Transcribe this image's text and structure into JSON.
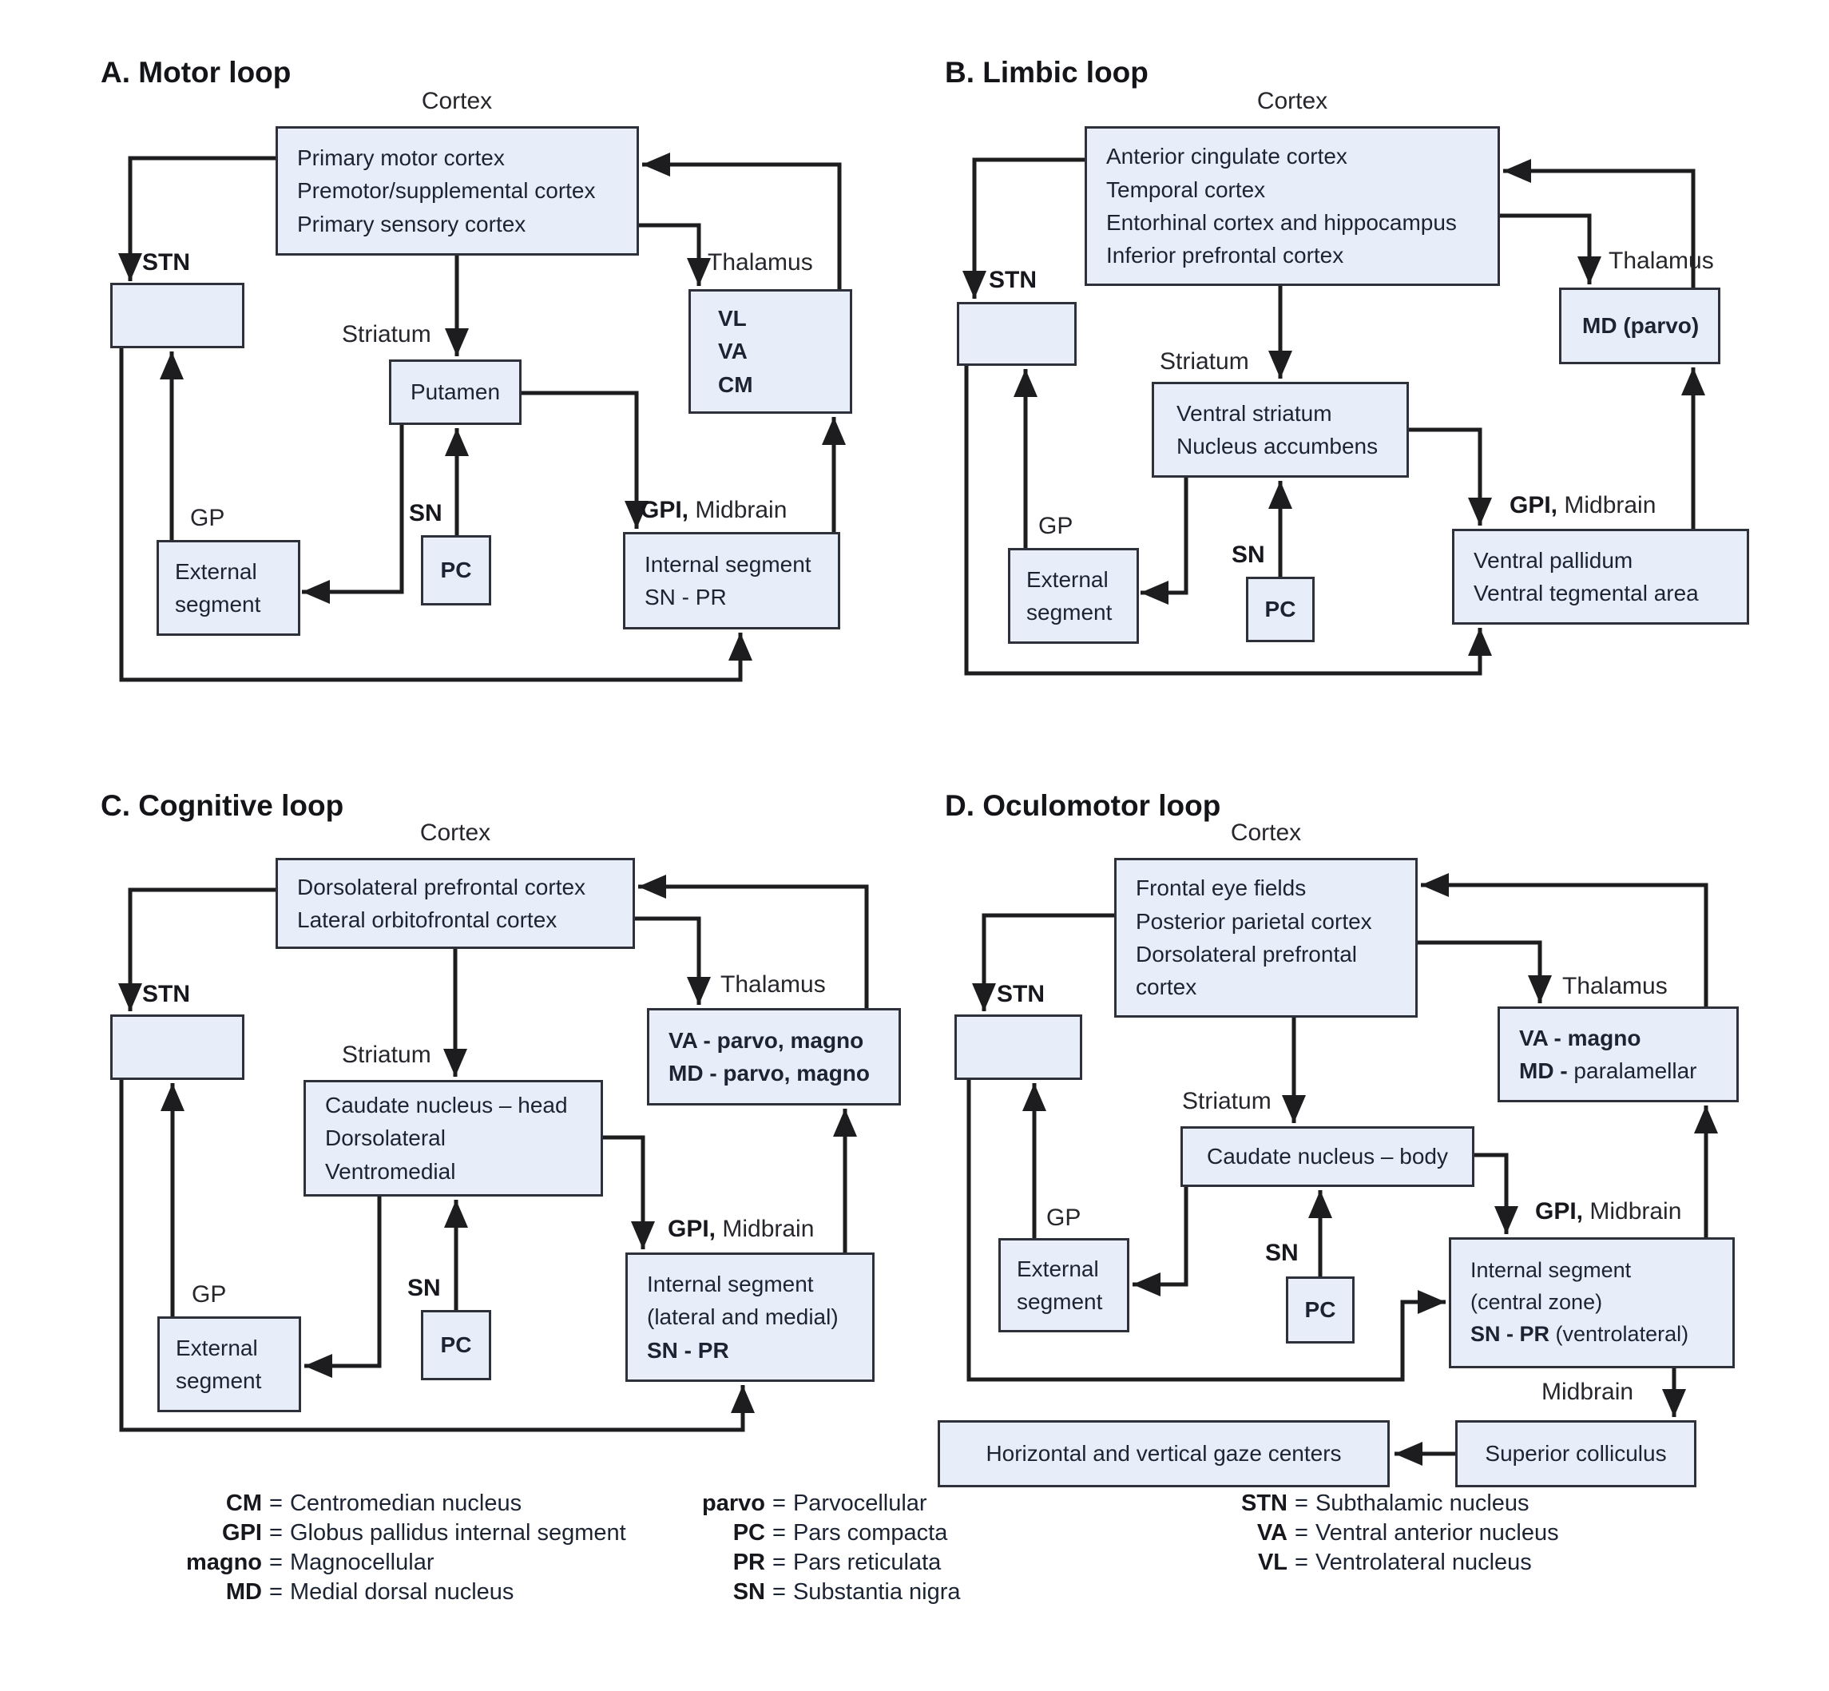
{
  "colors": {
    "box_fill": "#e7eef9",
    "box_border": "#2e313a",
    "arrow": "#1d1d1f",
    "text": "#1c2433"
  },
  "panels": {
    "a": {
      "title": "A. Motor loop",
      "cortex_label": "Cortex",
      "cortex": [
        {
          "b": "",
          "r": "Primary motor cortex"
        },
        {
          "b": "",
          "r": "Premotor/supplemental cortex"
        },
        {
          "b": "",
          "r": "Primary sensory cortex"
        }
      ],
      "stn_label": "STN",
      "striatum_label": "Striatum",
      "striatum": [
        {
          "b": "",
          "r": "Putamen"
        }
      ],
      "thalamus_label": "Thalamus",
      "thalamus": [
        {
          "b": "VL",
          "r": ""
        },
        {
          "b": "VA",
          "r": ""
        },
        {
          "b": "CM",
          "r": ""
        }
      ],
      "gp_label": "GP",
      "gpe": [
        {
          "b": "",
          "r": "External"
        },
        {
          "b": "",
          "r": "segment"
        }
      ],
      "sn_label": "SN",
      "pc_label": "PC",
      "gpi_label_bold": "GPI,",
      "gpi_label_rest": " Midbrain",
      "gpi": [
        {
          "b": "",
          "r": "Internal segment"
        },
        {
          "b": "",
          "r": "SN - PR"
        }
      ]
    },
    "b": {
      "title": "B. Limbic loop",
      "cortex_label": "Cortex",
      "cortex": [
        {
          "b": "",
          "r": "Anterior cingulate cortex"
        },
        {
          "b": "",
          "r": "Temporal cortex"
        },
        {
          "b": "",
          "r": "Entorhinal cortex and hippocampus"
        },
        {
          "b": "",
          "r": "Inferior prefrontal cortex"
        }
      ],
      "stn_label": "STN",
      "striatum_label": "Striatum",
      "striatum": [
        {
          "b": "",
          "r": "Ventral striatum"
        },
        {
          "b": "",
          "r": "Nucleus accumbens"
        }
      ],
      "thalamus_label": "Thalamus",
      "thalamus": [
        {
          "b": "MD (parvo)",
          "r": ""
        }
      ],
      "gp_label": "GP",
      "gpe": [
        {
          "b": "",
          "r": "External"
        },
        {
          "b": "",
          "r": "segment"
        }
      ],
      "sn_label": "SN",
      "pc_label": "PC",
      "gpi_label_bold": "GPI,",
      "gpi_label_rest": " Midbrain",
      "gpi": [
        {
          "b": "",
          "r": "Ventral pallidum"
        },
        {
          "b": "",
          "r": "Ventral tegmental area"
        }
      ]
    },
    "c": {
      "title": "C. Cognitive loop",
      "cortex_label": "Cortex",
      "cortex": [
        {
          "b": "",
          "r": "Dorsolateral prefrontal cortex"
        },
        {
          "b": "",
          "r": "Lateral orbitofrontal cortex"
        }
      ],
      "stn_label": "STN",
      "striatum_label": "Striatum",
      "striatum": [
        {
          "b": "",
          "r": "Caudate nucleus – head"
        },
        {
          "b": "",
          "r": "Dorsolateral"
        },
        {
          "b": "",
          "r": "Ventromedial"
        }
      ],
      "thalamus_label": "Thalamus",
      "thalamus": [
        {
          "b": "VA - parvo, magno",
          "r": ""
        },
        {
          "b": "MD - parvo, magno",
          "r": ""
        }
      ],
      "gp_label": "GP",
      "gpe": [
        {
          "b": "",
          "r": "External"
        },
        {
          "b": "",
          "r": "segment"
        }
      ],
      "sn_label": "SN",
      "pc_label": "PC",
      "gpi_label_bold": "GPI,",
      "gpi_label_rest": " Midbrain",
      "gpi": [
        {
          "b": "",
          "r": "Internal segment"
        },
        {
          "b": "",
          "r": "(lateral and medial)"
        },
        {
          "b": "SN - PR",
          "r": ""
        }
      ]
    },
    "d": {
      "title": "D. Oculomotor loop",
      "cortex_label": "Cortex",
      "cortex": [
        {
          "b": "",
          "r": "Frontal eye fields"
        },
        {
          "b": "",
          "r": "Posterior parietal cortex"
        },
        {
          "b": "",
          "r": "Dorsolateral prefrontal"
        },
        {
          "b": "",
          "r": "cortex"
        }
      ],
      "stn_label": "STN",
      "striatum_label": "Striatum",
      "striatum": [
        {
          "b": "",
          "r": "Caudate nucleus – body"
        }
      ],
      "thalamus_label": "Thalamus",
      "thalamus": [
        {
          "b": "VA - magno",
          "r": ""
        },
        {
          "b": "MD -",
          "r": " paralamellar"
        }
      ],
      "gp_label": "GP",
      "gpe": [
        {
          "b": "",
          "r": "External"
        },
        {
          "b": "",
          "r": "segment"
        }
      ],
      "sn_label": "SN",
      "pc_label": "PC",
      "gpi_label_bold": "GPI,",
      "gpi_label_rest": " Midbrain",
      "gpi": [
        {
          "b": "",
          "r": "Internal segment"
        },
        {
          "b": "",
          "r": "(central zone)"
        },
        {
          "b": "SN - PR",
          "r": " (ventrolateral)"
        }
      ],
      "midbrain_label": "Midbrain",
      "superior_colliculus": "Superior colliculus",
      "gaze_centers": "Horizontal and vertical gaze centers"
    }
  },
  "legend": {
    "eq": "=",
    "col1": [
      {
        "term": "CM",
        "def": "Centromedian nucleus"
      },
      {
        "term": "GPI",
        "def": "Globus pallidus internal segment"
      },
      {
        "term": "magno",
        "def": "Magnocellular"
      },
      {
        "term": "MD",
        "def": "Medial dorsal nucleus"
      }
    ],
    "col2": [
      {
        "term": "parvo",
        "def": "Parvocellular"
      },
      {
        "term": "PC",
        "def": "Pars compacta"
      },
      {
        "term": "PR",
        "def": "Pars reticulata"
      },
      {
        "term": "SN",
        "def": "Substantia nigra"
      }
    ],
    "col3": [
      {
        "term": "STN",
        "def": "Subthalamic nucleus"
      },
      {
        "term": "VA",
        "def": "Ventral anterior nucleus"
      },
      {
        "term": "VL",
        "def": "Ventrolateral nucleus"
      }
    ]
  }
}
